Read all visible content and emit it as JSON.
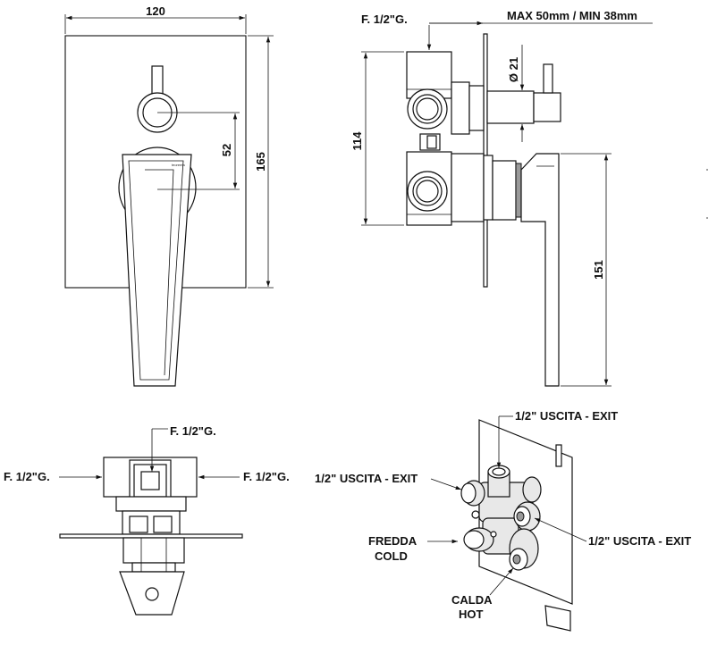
{
  "front_view": {
    "width_dim": "120",
    "height_dim": "165",
    "centers_dim": "52",
    "brand": "teorema"
  },
  "side_view": {
    "inlet_label": "F. 1/2\"G.",
    "wall_range_label": "MAX 50mm / MIN 38mm",
    "diameter_label": "Ø 21",
    "body_height_dim": "114",
    "lever_height_dim": "151"
  },
  "top_view": {
    "top_inlet_label": "F. 1/2\"G.",
    "left_inlet_label": "F. 1/2\"G.",
    "right_inlet_label": "F. 1/2\"G."
  },
  "iso_view": {
    "exit_top_label": "1/2\" USCITA - EXIT",
    "exit_left_label": "1/2\" USCITA - EXIT",
    "exit_right_label": "1/2\" USCITA - EXIT",
    "cold_label_it": "FREDDA",
    "cold_label_en": "COLD",
    "hot_label_it": "CALDA",
    "hot_label_en": "HOT"
  }
}
